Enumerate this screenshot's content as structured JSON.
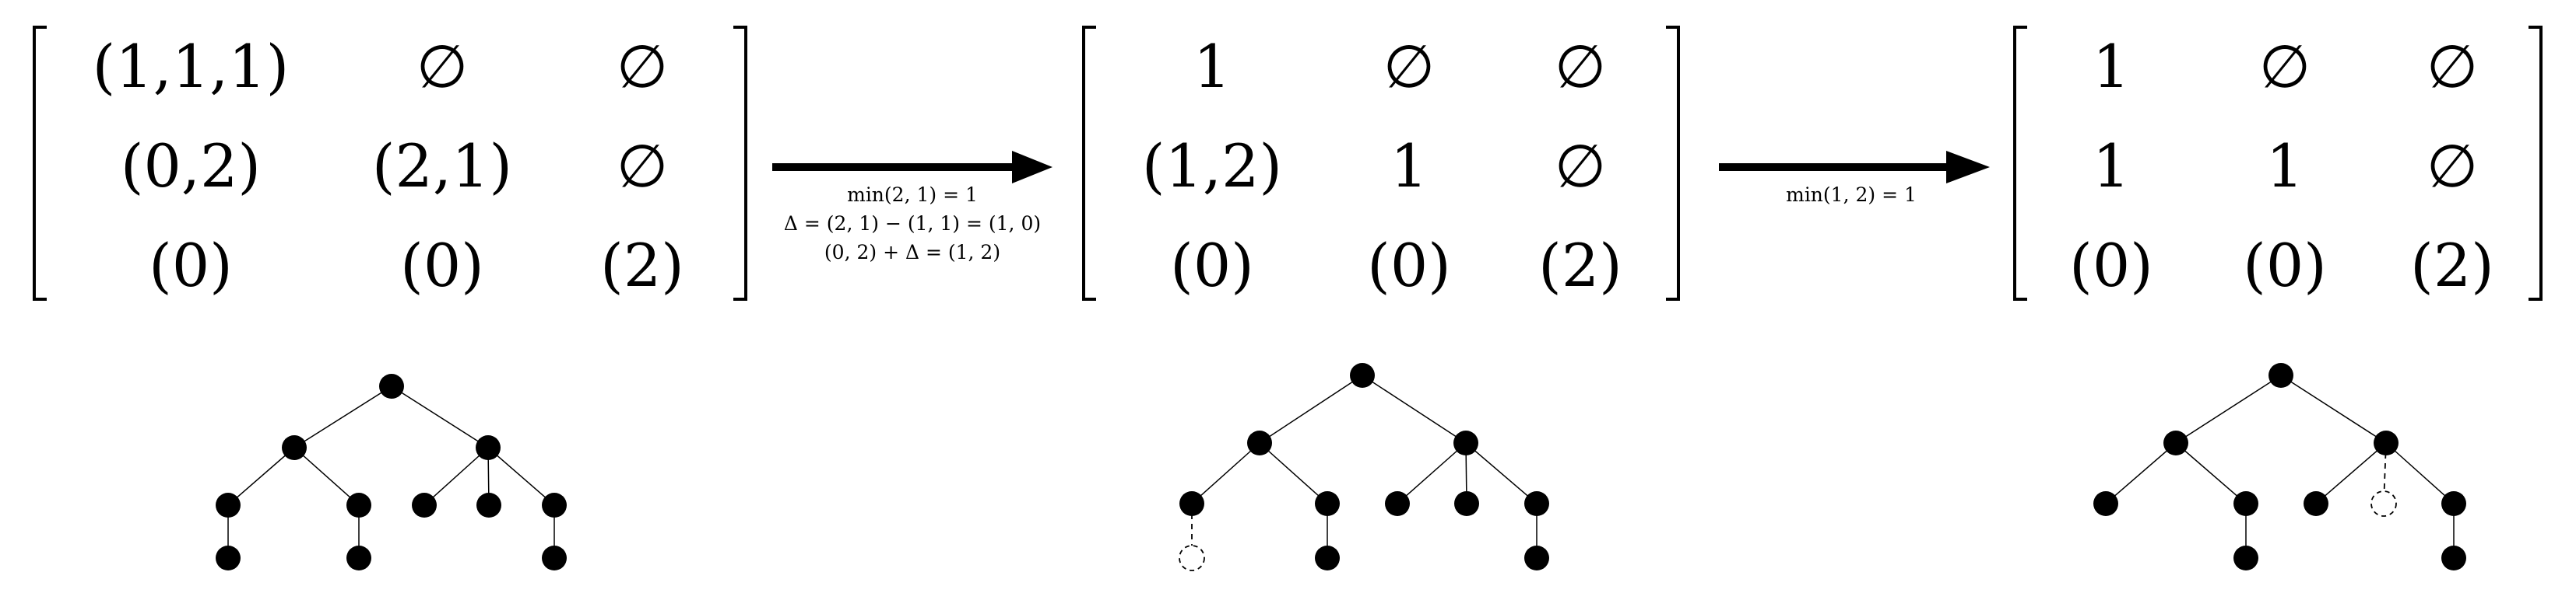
{
  "step1": {
    "matrix": [
      [
        "(1,1,1)",
        "∅",
        "∅"
      ],
      [
        "(0,2)",
        "(2,1)",
        "∅"
      ],
      [
        "(0)",
        "(0)",
        "(2)"
      ]
    ]
  },
  "step2": {
    "matrix": [
      [
        "1",
        "∅",
        "∅"
      ],
      [
        "(1,2)",
        "1",
        "∅"
      ],
      [
        "(0)",
        "(0)",
        "(2)"
      ]
    ]
  },
  "step3": {
    "matrix": [
      [
        "1",
        "∅",
        "∅"
      ],
      [
        "1",
        "1",
        "∅"
      ],
      [
        "(0)",
        "(0)",
        "(2)"
      ]
    ]
  },
  "arrow1": {
    "lines": [
      "min(2, 1) = 1",
      "Δ = (2, 1) − (1, 1) = (1, 0)",
      "(0, 2) + Δ = (1, 2)"
    ]
  },
  "arrow2": {
    "lines": [
      "min(1, 2) = 1"
    ]
  },
  "trees": [
    {
      "nodes": [
        {
          "id": "root",
          "style": "filled"
        },
        {
          "id": "L",
          "style": "filled"
        },
        {
          "id": "R",
          "style": "filled"
        },
        {
          "id": "LL",
          "style": "filled"
        },
        {
          "id": "LR",
          "style": "filled"
        },
        {
          "id": "RL",
          "style": "filled"
        },
        {
          "id": "RM",
          "style": "filled"
        },
        {
          "id": "RR",
          "style": "filled"
        },
        {
          "id": "LLc",
          "style": "filled"
        },
        {
          "id": "LRc",
          "style": "filled"
        },
        {
          "id": "RRc",
          "style": "filled"
        }
      ],
      "edges": [
        {
          "from": "root",
          "to": "L",
          "style": "solid"
        },
        {
          "from": "root",
          "to": "R",
          "style": "solid"
        },
        {
          "from": "L",
          "to": "LL",
          "style": "solid"
        },
        {
          "from": "L",
          "to": "LR",
          "style": "solid"
        },
        {
          "from": "R",
          "to": "RL",
          "style": "solid"
        },
        {
          "from": "R",
          "to": "RM",
          "style": "solid"
        },
        {
          "from": "R",
          "to": "RR",
          "style": "solid"
        },
        {
          "from": "LL",
          "to": "LLc",
          "style": "solid"
        },
        {
          "from": "LR",
          "to": "LRc",
          "style": "solid"
        },
        {
          "from": "RR",
          "to": "RRc",
          "style": "solid"
        }
      ]
    },
    {
      "nodes": [
        {
          "id": "root",
          "style": "filled"
        },
        {
          "id": "L",
          "style": "filled"
        },
        {
          "id": "R",
          "style": "filled"
        },
        {
          "id": "LL",
          "style": "filled"
        },
        {
          "id": "LR",
          "style": "filled"
        },
        {
          "id": "RL",
          "style": "filled"
        },
        {
          "id": "RM",
          "style": "filled"
        },
        {
          "id": "RR",
          "style": "filled"
        },
        {
          "id": "LLc",
          "style": "dashed"
        },
        {
          "id": "LRc",
          "style": "filled"
        },
        {
          "id": "RRc",
          "style": "filled"
        }
      ],
      "edges": [
        {
          "from": "root",
          "to": "L",
          "style": "solid"
        },
        {
          "from": "root",
          "to": "R",
          "style": "solid"
        },
        {
          "from": "L",
          "to": "LL",
          "style": "solid"
        },
        {
          "from": "L",
          "to": "LR",
          "style": "solid"
        },
        {
          "from": "R",
          "to": "RL",
          "style": "solid"
        },
        {
          "from": "R",
          "to": "RM",
          "style": "solid"
        },
        {
          "from": "R",
          "to": "RR",
          "style": "solid"
        },
        {
          "from": "LL",
          "to": "LLc",
          "style": "dashed"
        },
        {
          "from": "LR",
          "to": "LRc",
          "style": "solid"
        },
        {
          "from": "RR",
          "to": "RRc",
          "style": "solid"
        }
      ]
    },
    {
      "nodes": [
        {
          "id": "root",
          "style": "filled"
        },
        {
          "id": "L",
          "style": "filled"
        },
        {
          "id": "R",
          "style": "filled"
        },
        {
          "id": "LL",
          "style": "filled"
        },
        {
          "id": "LR",
          "style": "filled"
        },
        {
          "id": "RL",
          "style": "filled"
        },
        {
          "id": "RM",
          "style": "dashed"
        },
        {
          "id": "RR",
          "style": "filled"
        },
        {
          "id": "LRc",
          "style": "filled"
        },
        {
          "id": "RRc",
          "style": "filled"
        }
      ],
      "edges": [
        {
          "from": "root",
          "to": "L",
          "style": "solid"
        },
        {
          "from": "root",
          "to": "R",
          "style": "solid"
        },
        {
          "from": "L",
          "to": "LL",
          "style": "solid"
        },
        {
          "from": "L",
          "to": "LR",
          "style": "solid"
        },
        {
          "from": "R",
          "to": "RL",
          "style": "solid"
        },
        {
          "from": "R",
          "to": "RM",
          "style": "dashed"
        },
        {
          "from": "R",
          "to": "RR",
          "style": "solid"
        },
        {
          "from": "LR",
          "to": "LRc",
          "style": "solid"
        },
        {
          "from": "RR",
          "to": "RRc",
          "style": "solid"
        }
      ]
    }
  ]
}
